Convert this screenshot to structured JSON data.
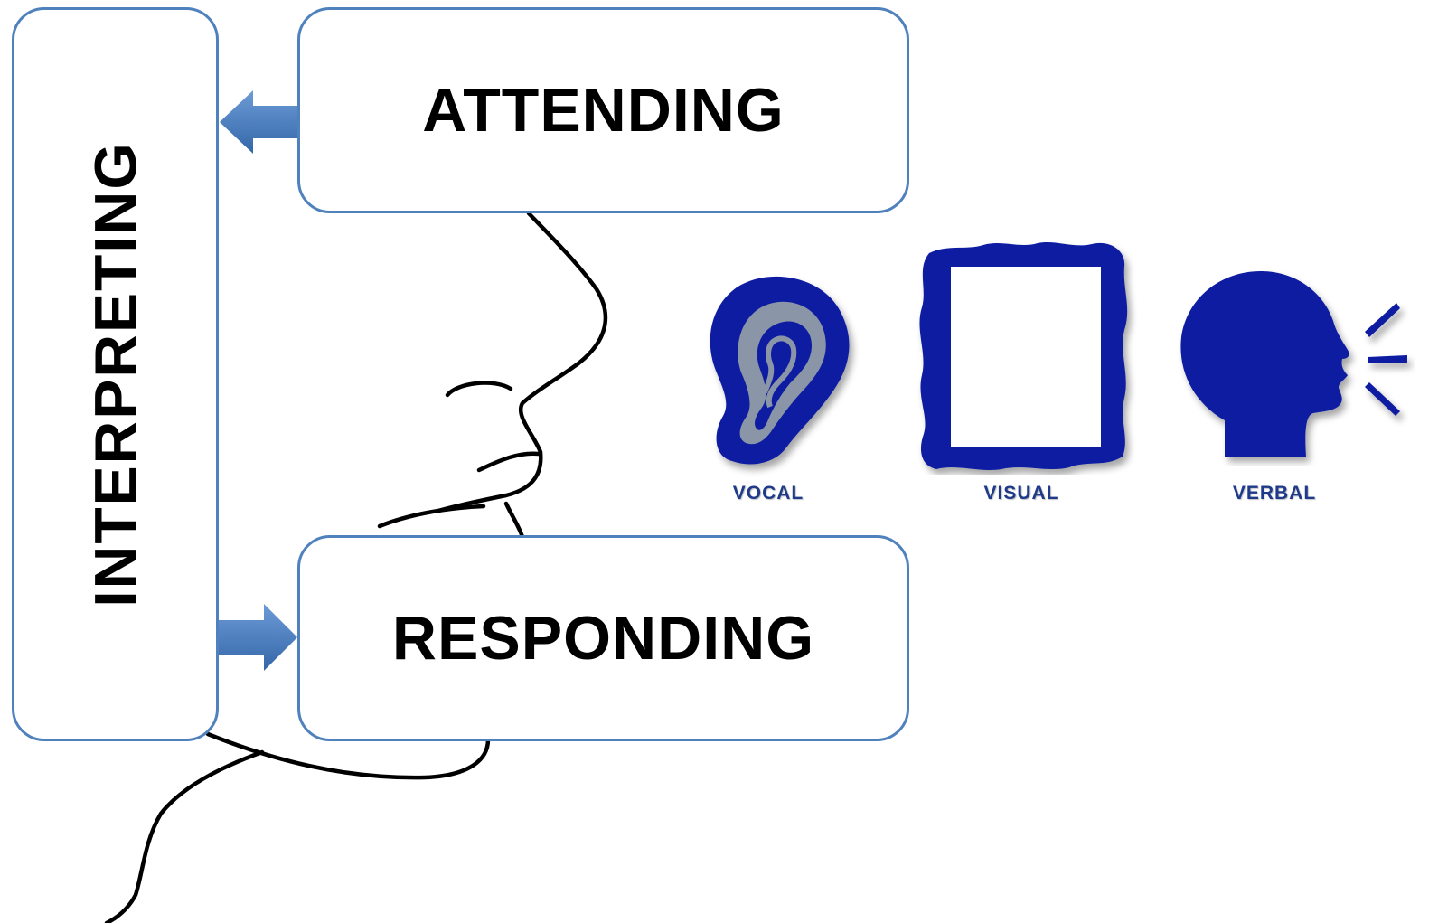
{
  "boxes": {
    "interpreting": "INTERPRETING",
    "attending": "ATTENDING",
    "responding": "RESPONDING"
  },
  "icons": {
    "vocal": {
      "label": "VOCAL",
      "icon": "ear-icon"
    },
    "visual": {
      "label": "VISUAL",
      "icon": "picture-frame-icon"
    },
    "verbal": {
      "label": "VERBAL",
      "icon": "speaking-head-icon"
    }
  },
  "colors": {
    "box_border": "#4f81bd",
    "arrow": "#4f81bd",
    "icon_blue": "#0a1aa0",
    "face_line": "#000000"
  }
}
